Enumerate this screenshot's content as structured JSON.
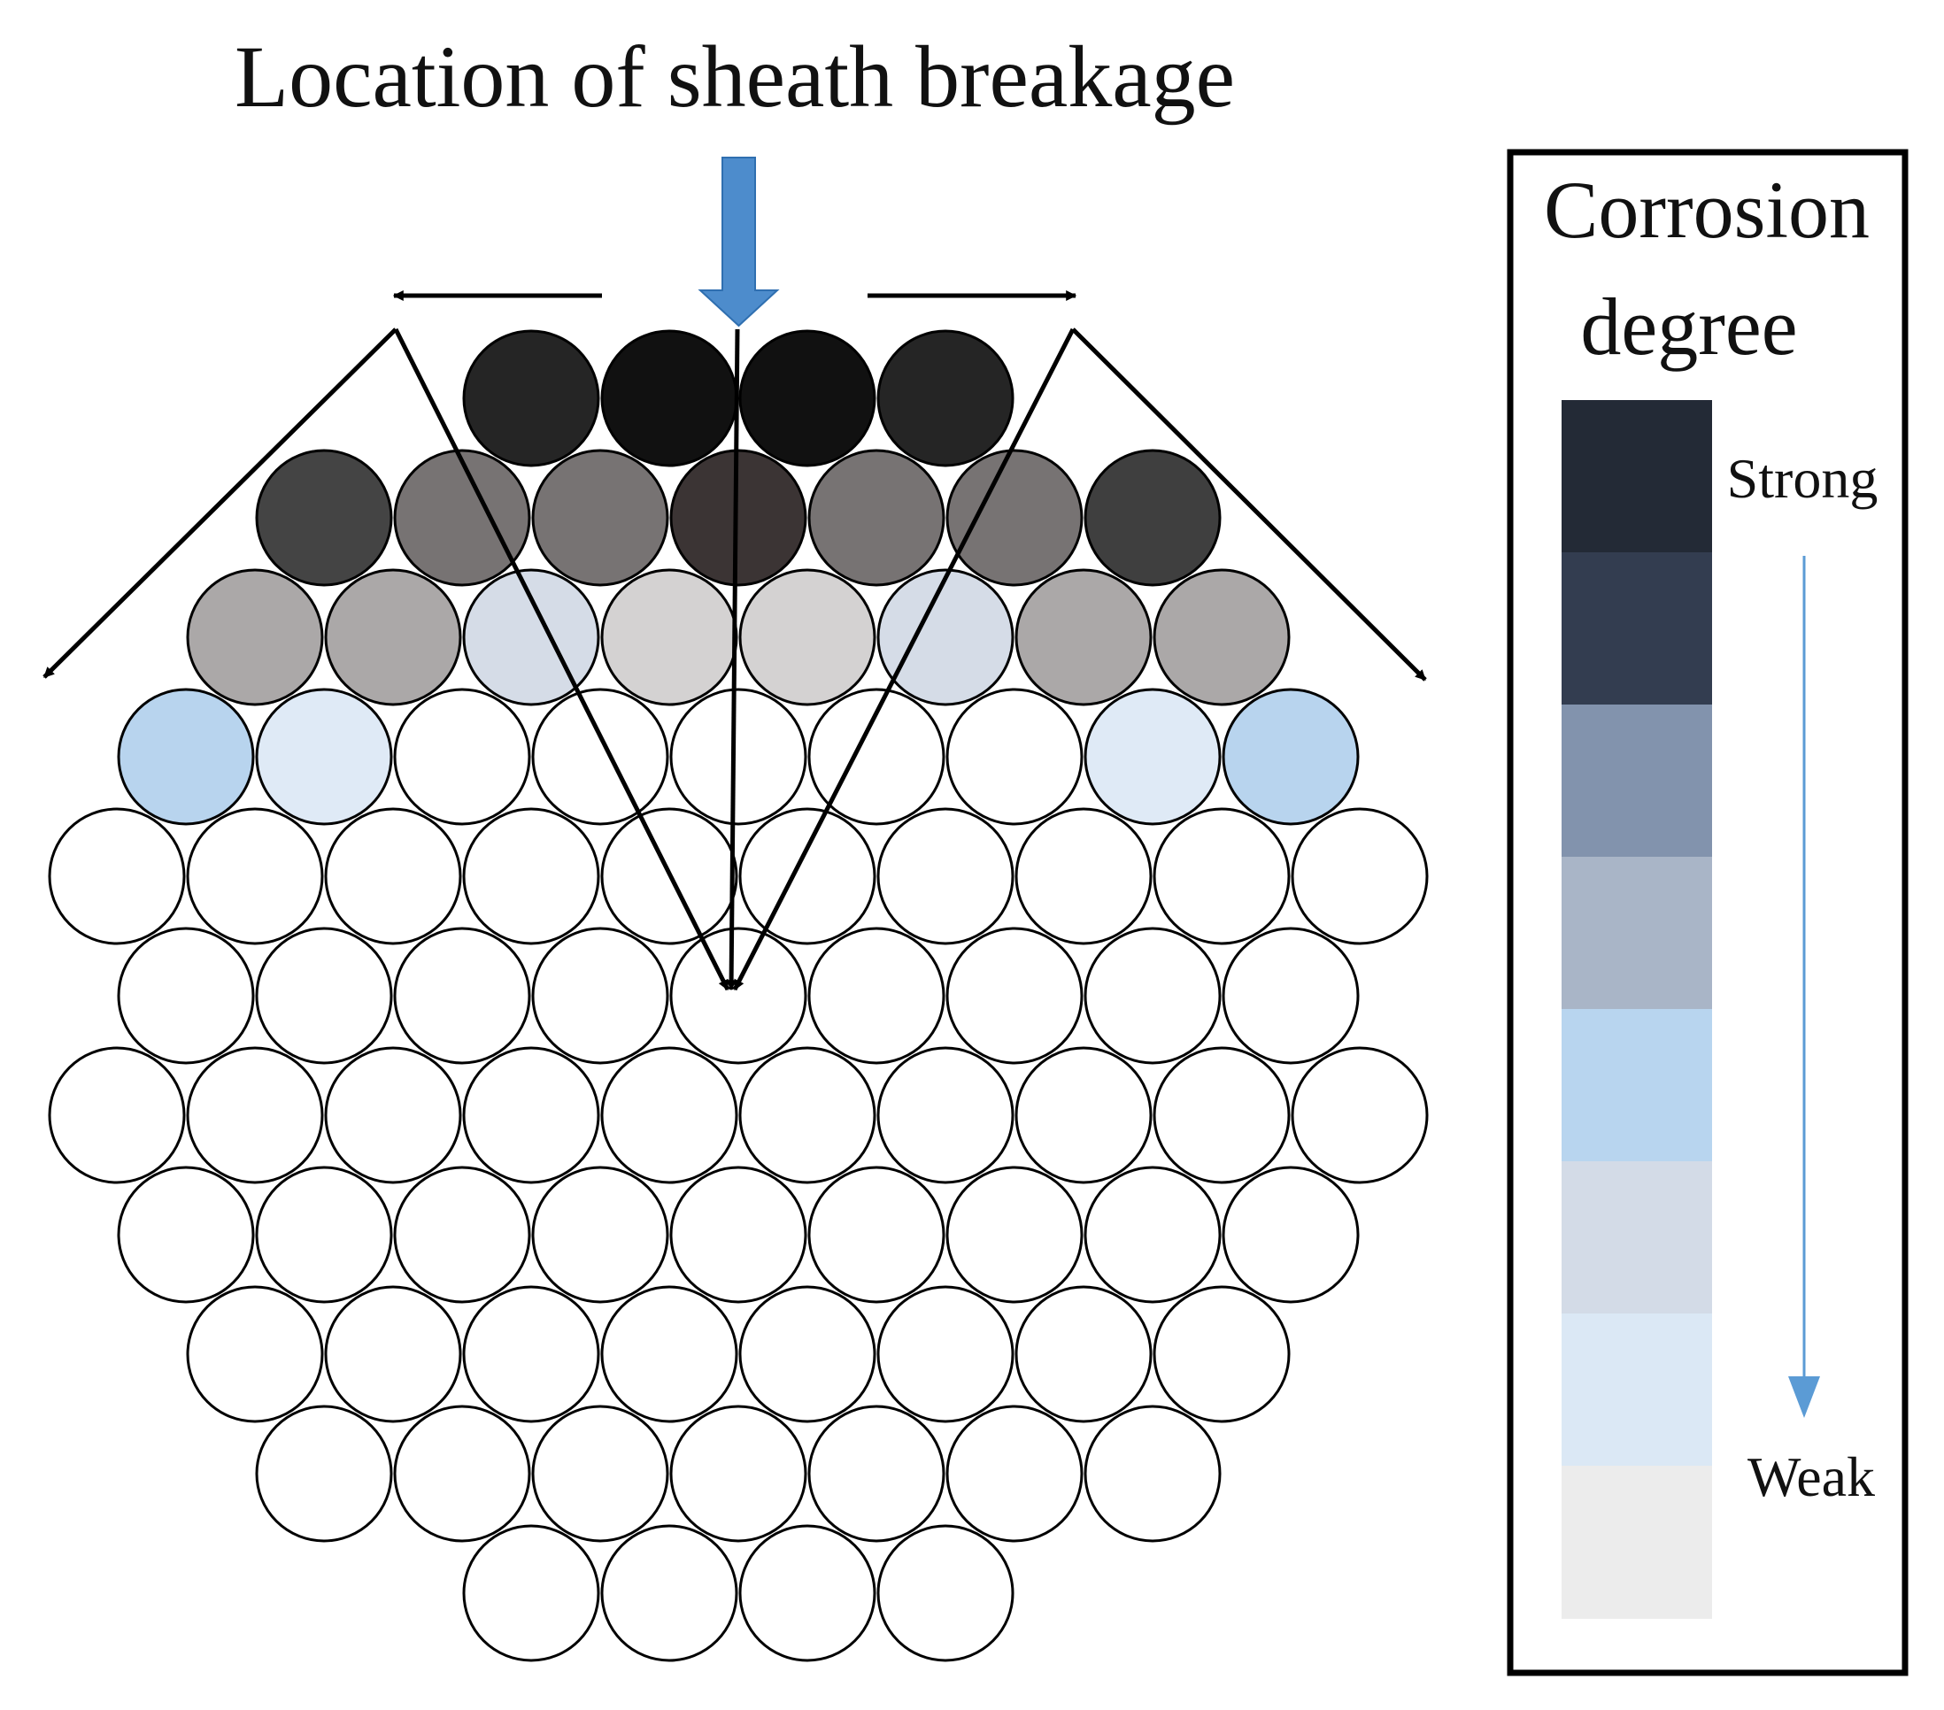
{
  "title": "Location of sheath breakage",
  "legend": {
    "title_line1": "Corrosion",
    "title_line2": "degree",
    "strong_label": "Strong",
    "weak_label": "Weak",
    "swatch_colors": [
      "#232a36",
      "#333d50",
      "#8293ad",
      "#a9b5c7",
      "#b8d5ef",
      "#d3dbe7",
      "#dbe8f5",
      "#ececec"
    ]
  },
  "colors": {
    "impact_arrow": "#4d8ccc",
    "legend_arrow": "#5b9bd5",
    "outline": "#000000",
    "unaffected": "#ffffff"
  },
  "bundle": {
    "rows": [
      {
        "count": 4,
        "levels": [
          "#252525",
          "#111111",
          "#111111",
          "#252525"
        ]
      },
      {
        "count": 7,
        "levels": [
          "#444444",
          "#777373",
          "#777373",
          "#3b3434",
          "#777373",
          "#777373",
          "#3f3f3f"
        ]
      },
      {
        "count": 8,
        "levels": [
          "#aba8a8",
          "#aba8a8",
          "#d5dce7",
          "#d4d2d2",
          "#d4d2d2",
          "#d5dce7",
          "#aba8a8",
          "#aba8a8"
        ]
      },
      {
        "count": 9,
        "levels": [
          "#b8d4ee",
          "#dfeaf6",
          "#ffffff",
          "#ffffff",
          "#ffffff",
          "#ffffff",
          "#ffffff",
          "#dfeaf6",
          "#b8d4ee"
        ]
      },
      {
        "count": 10,
        "levels": []
      },
      {
        "count": 9,
        "levels": []
      },
      {
        "count": 10,
        "levels": []
      },
      {
        "count": 9,
        "levels": []
      },
      {
        "count": 8,
        "levels": []
      },
      {
        "count": 7,
        "levels": []
      },
      {
        "count": 4,
        "levels": []
      }
    ]
  }
}
